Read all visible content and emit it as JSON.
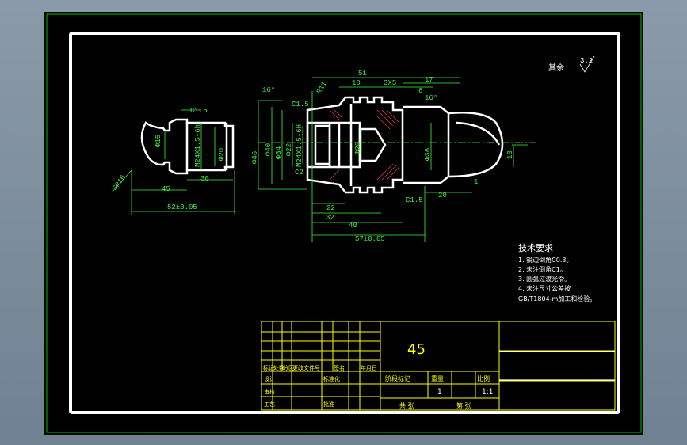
{
  "roughness": {
    "label": "其余",
    "value": "3.2"
  },
  "tech": {
    "title": "技术要求",
    "items": [
      "1. 锐边倒角C0.3。",
      "2. 未注倒角C1。",
      "3. 圆弧过渡光滑。",
      "4. 未注尺寸公差按",
      "GB/T1804-m加工和检验。"
    ]
  },
  "titleblock": {
    "material": "45",
    "header_labels": [
      "标记",
      "处数",
      "分区",
      "更改文件号",
      "签名",
      "年月日"
    ],
    "role_labels": [
      "设计",
      "审核",
      "工艺",
      "标准化",
      "批准"
    ],
    "stage_label": "阶段标记",
    "weight_label": "重量",
    "scale_label": "比例",
    "scale_value": "1:1",
    "qty_value": "1",
    "sheet_label": "共 张",
    "sheet_no_label": "第 张"
  },
  "left_part": {
    "chamfer": "C1.5",
    "dia15": "Φ15",
    "thread": "M24X1.5-6h",
    "dia20": "Φ20",
    "radius": "SR16",
    "len30": "30",
    "len45": "45",
    "len52": "52±0.05"
  },
  "right_part": {
    "angle16a": "16°",
    "r11": "R11",
    "dim51": "51",
    "dim10": "10",
    "dim3x5": "3X5",
    "dim6": "6",
    "dim17": "17",
    "angle16b": "16°",
    "c15a": "C1.5",
    "d46": "Φ46",
    "d40": "Φ40",
    "d34": "Φ34",
    "d22": "Φ22",
    "thread2": "M24X1.5-6H",
    "d20": "Φ20",
    "c2": "C2",
    "d36": "Φ36",
    "d13": "13",
    "d1": "1",
    "d20b": "20",
    "c15b": "C1.5",
    "len22": "22",
    "len32": "32",
    "len40": "40",
    "len57": "57±0.05"
  }
}
